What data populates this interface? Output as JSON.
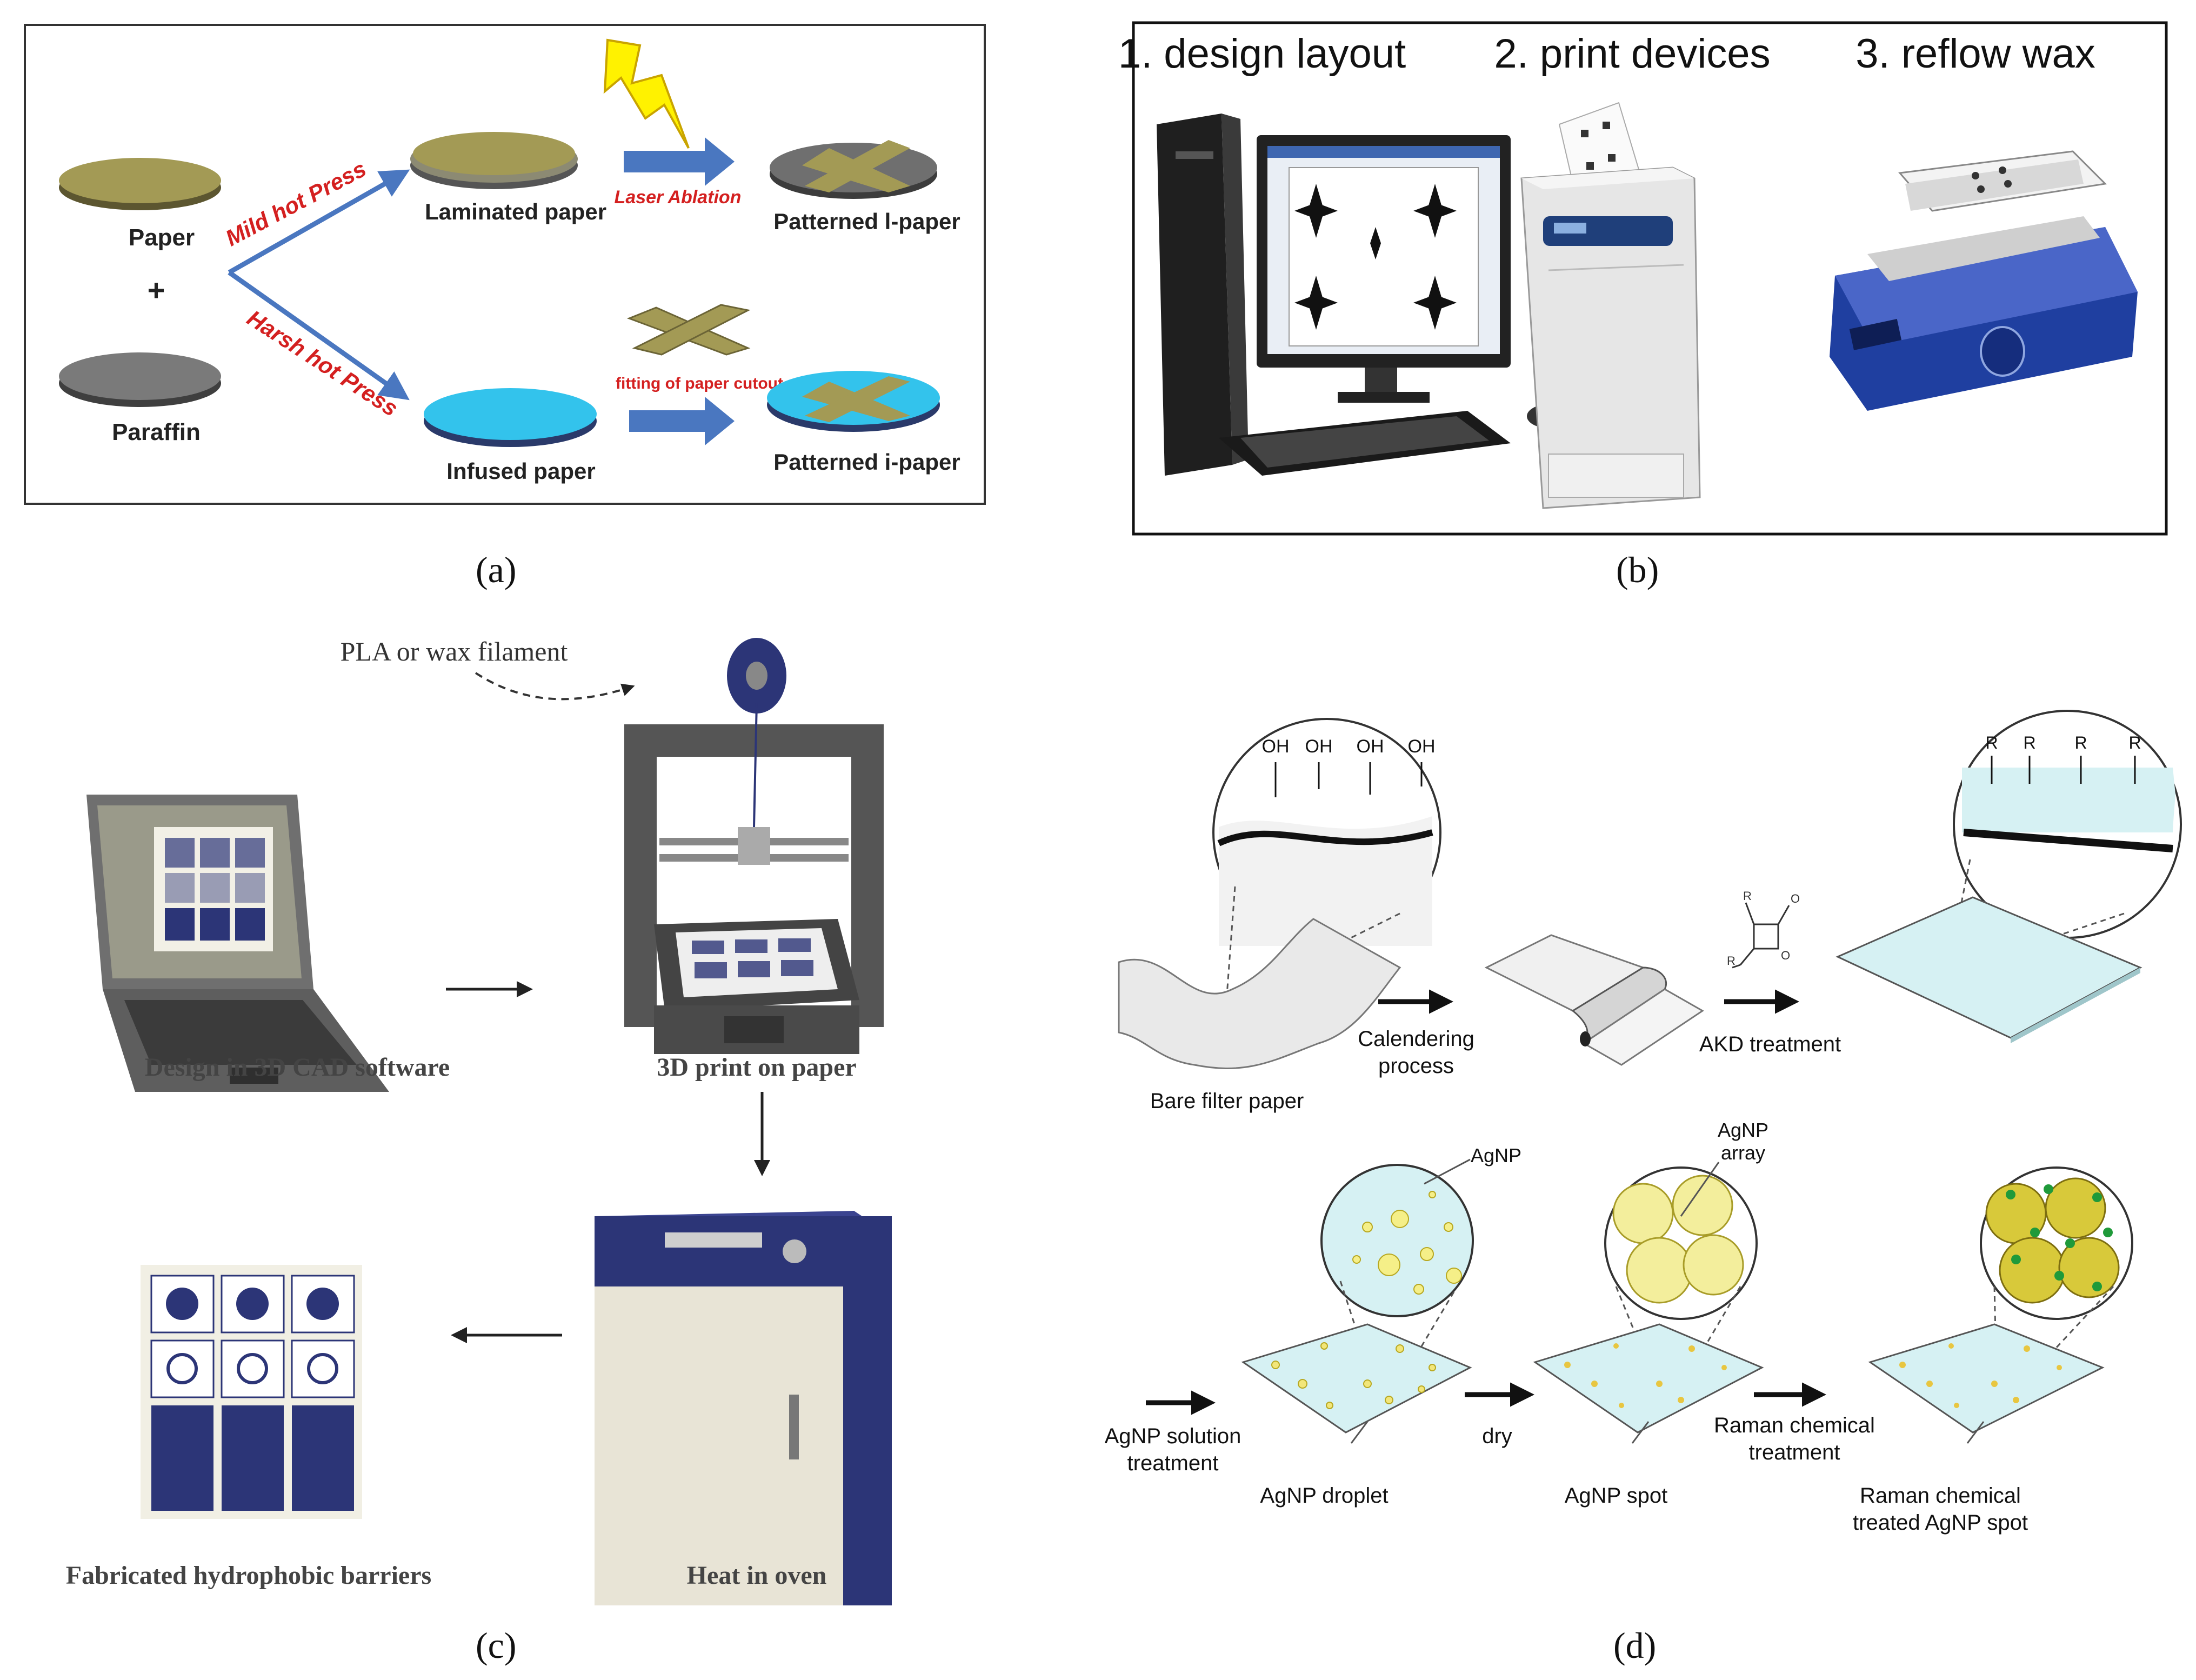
{
  "captions": {
    "a": "(a)",
    "b": "(b)",
    "c": "(c)",
    "d": "(d)"
  },
  "panel_a": {
    "paper": "Paper",
    "plus": "+",
    "paraffin": "Paraffin",
    "mild": "Mild hot Press",
    "harsh": "Harsh hot Press",
    "laminated": "Laminated paper",
    "laser": "Laser Ablation",
    "patterned_l": "Patterned l-paper",
    "infused": "Infused paper",
    "fitting": "fitting of paper cutout",
    "patterned_i": "Patterned i-paper"
  },
  "panel_b": {
    "step1": "1. design layout",
    "step2": "2. print devices",
    "step3": "3. reflow wax"
  },
  "panel_c": {
    "filament": "PLA or wax filament",
    "design": "Design in 3D CAD software",
    "print": "3D print on paper",
    "heat": "Heat in oven",
    "barriers": "Fabricated hydrophobic barriers"
  },
  "panel_d": {
    "oh": "OH",
    "r": "R",
    "o": "O",
    "bare": "Bare filter paper",
    "cal1": "Calendering",
    "cal2": "process",
    "akd": "AKD treatment",
    "agnp": "AgNP",
    "agnp_array1": "AgNP",
    "agnp_array2": "array",
    "sol1": "AgNP solution",
    "sol2": "treatment",
    "droplet": "AgNP droplet",
    "dry": "dry",
    "spot": "AgNP spot",
    "raman1": "Raman chemical",
    "raman2": "treatment",
    "rt1": "Raman chemical",
    "rt2": "treated AgNP spot"
  },
  "colors": {
    "arrow_blue": "#4a77c0",
    "red_label": "#d42020",
    "paper_olive": "#a39a55",
    "paraffin_grey": "#7a7a7a",
    "infused_cyan": "#33c3ec",
    "navy": "#2c3577",
    "light_cyan": "#d6f1f3"
  }
}
